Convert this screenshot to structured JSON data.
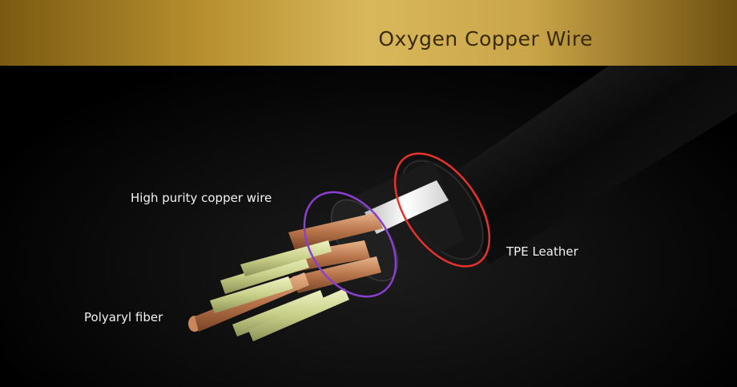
{
  "banner": {
    "title": "Oxygen Copper Wire"
  },
  "labels": {
    "copper": "High purity copper wire",
    "tpe": "TPE Leather",
    "fiber": "Polyaryl fiber"
  },
  "colors": {
    "gold_light": "#d8b85c",
    "gold_dark": "#7a5a12",
    "tpe_ring": "#e8322e",
    "copper_ring": "#8a3fd0",
    "copper": "#c8875a",
    "fiber": "#cfd79a"
  }
}
